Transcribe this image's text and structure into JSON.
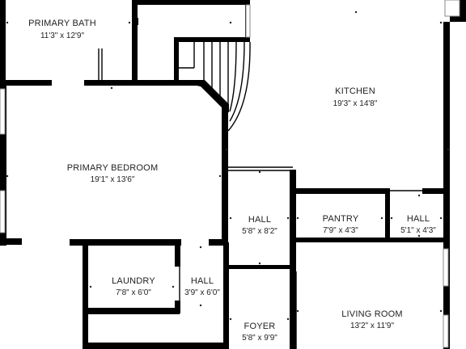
{
  "rooms": {
    "primary_bath": {
      "name": "PRIMARY BATH",
      "dims": "11'3\" x 12'9\""
    },
    "kitchen": {
      "name": "KITCHEN",
      "dims": "19'3\" x 14'8\""
    },
    "primary_bedroom": {
      "name": "PRIMARY BEDROOM",
      "dims": "19'1\" x 13'6\""
    },
    "hall_center": {
      "name": "HALL",
      "dims": "5'8\" x 8'2\""
    },
    "pantry": {
      "name": "PANTRY",
      "dims": "7'9\" x 4'3\""
    },
    "hall_right": {
      "name": "HALL",
      "dims": "5'1\" x 4'3\""
    },
    "laundry": {
      "name": "LAUNDRY",
      "dims": "7'8\" x 6'0\""
    },
    "hall_small": {
      "name": "HALL",
      "dims": "3'9\" x 6'0\""
    },
    "foyer": {
      "name": "FOYER",
      "dims": "5'8\" x 9'9\""
    },
    "living_room": {
      "name": "LIVING ROOM",
      "dims": "13'2\" x 11'9\""
    }
  }
}
